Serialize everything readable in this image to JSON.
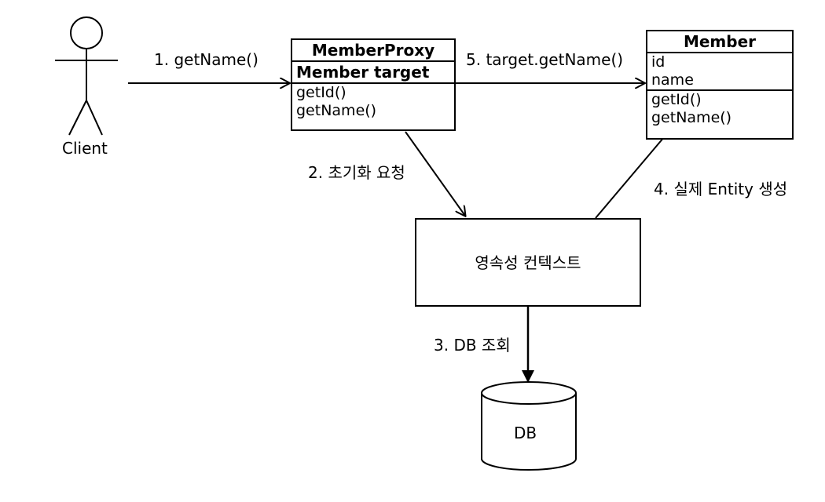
{
  "actor": {
    "label": "Client"
  },
  "proxy_class": {
    "title": "MemberProxy",
    "field": "Member target",
    "methods": [
      "getId()",
      "getName()"
    ]
  },
  "member_class": {
    "title": "Member",
    "fields": [
      "id",
      "name"
    ],
    "methods": [
      "getId()",
      "getName()"
    ]
  },
  "context_box": {
    "label": "영속성 컨텍스트"
  },
  "database": {
    "label": "DB"
  },
  "arrows": {
    "step1": "1. getName()",
    "step2": "2. 초기화 요청",
    "step3": "3. DB 조회",
    "step4": "4. 실제 Entity 생성",
    "step5": "5. target.getName()"
  }
}
